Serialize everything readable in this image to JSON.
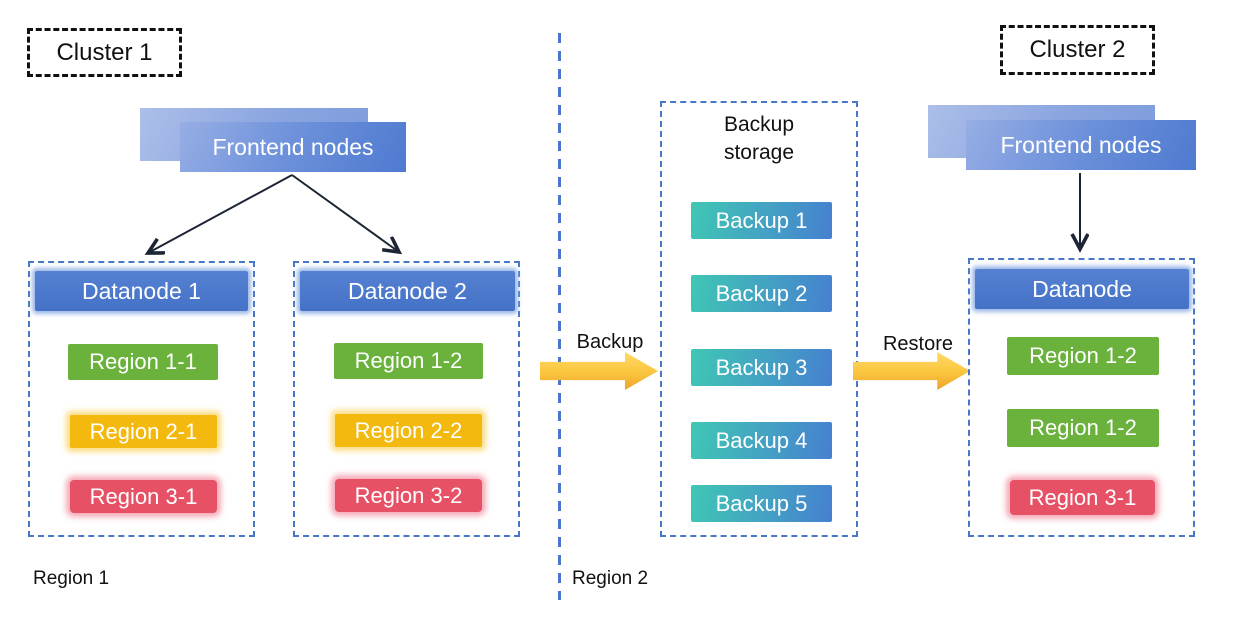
{
  "cluster1": {
    "label": "Cluster 1",
    "frontend": "Frontend nodes",
    "region_footer": "Region 1",
    "datanodes": [
      {
        "title": "Datanode 1",
        "regions": [
          {
            "label": "Region 1-1",
            "color": "green"
          },
          {
            "label": "Region 2-1",
            "color": "yellow"
          },
          {
            "label": "Region 3-1",
            "color": "red"
          }
        ]
      },
      {
        "title": "Datanode 2",
        "regions": [
          {
            "label": "Region 1-2",
            "color": "green"
          },
          {
            "label": "Region 2-2",
            "color": "yellow"
          },
          {
            "label": "Region 3-2",
            "color": "red"
          }
        ]
      }
    ]
  },
  "backup_storage": {
    "title": "Backup storage",
    "items": [
      "Backup 1",
      "Backup 2",
      "Backup 3",
      "Backup 4",
      "Backup 5"
    ]
  },
  "flows": {
    "backup_label": "Backup",
    "restore_label": "Restore"
  },
  "cluster2": {
    "label": "Cluster 2",
    "frontend": "Frontend nodes",
    "region_footer": "Region 2",
    "datanode": {
      "title": "Datanode",
      "regions": [
        {
          "label": "Region 1-2",
          "color": "green"
        },
        {
          "label": "Region 1-2",
          "color": "green"
        },
        {
          "label": "Region 3-1",
          "color": "red"
        }
      ]
    }
  },
  "colors": {
    "dashed_border_blue": "#4677c8",
    "node_blue": "#4472c6",
    "region_green": "#6ab23c",
    "region_yellow": "#f3b90f",
    "region_red": "#e65166",
    "backup_teal": "#3fc7b4",
    "backup_blue": "#4680d0",
    "arrow_gold": "#fac53e",
    "connector_black": "#1b2533"
  }
}
